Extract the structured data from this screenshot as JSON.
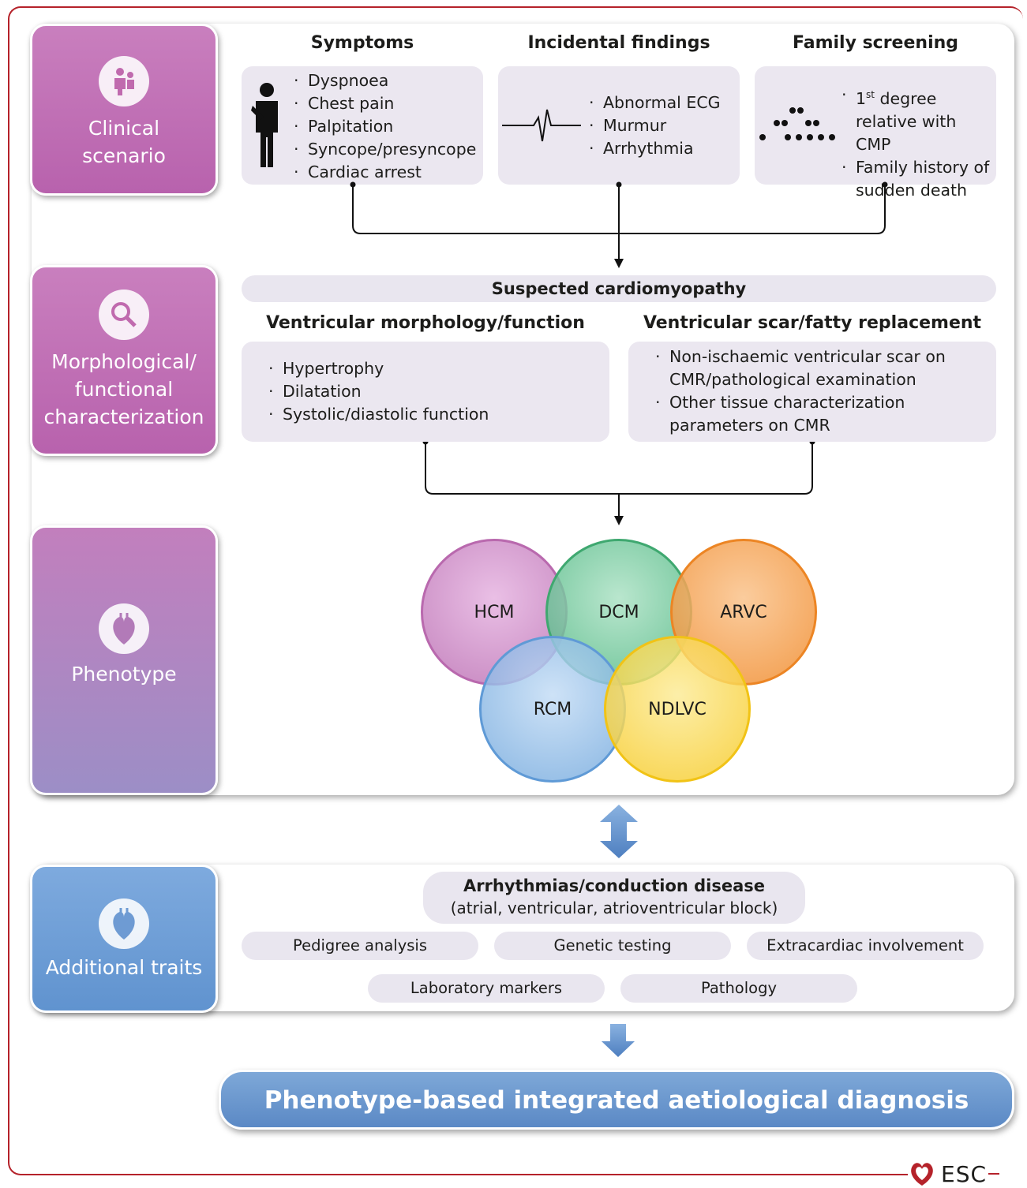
{
  "rows": {
    "clinical": "Clinical scenario",
    "morph": "Morphological/ functional characterization",
    "phenotype": "Phenotype",
    "additional": "Additional traits"
  },
  "clinical": {
    "symptoms": {
      "title": "Symptoms",
      "items": [
        "Dyspnoea",
        "Chest pain",
        "Palpitation",
        "Syncope/presyncope",
        "Cardiac arrest"
      ]
    },
    "incidental": {
      "title": "Incidental findings",
      "items": [
        "Abnormal ECG",
        "Murmur",
        "Arrhythmia"
      ]
    },
    "family": {
      "title": "Family screening",
      "item1_pre": "1",
      "item1_sup": "st",
      "item1_post": " degree relative with CMP",
      "item2": "Family history of sudden death"
    }
  },
  "morph": {
    "suspected": "Suspected cardiomyopathy",
    "left": {
      "title": "Ventricular morphology/function",
      "items": [
        "Hypertrophy",
        "Dilatation",
        "Systolic/diastolic function"
      ]
    },
    "right": {
      "title": "Ventricular scar/fatty replacement",
      "items": [
        "Non-ischaemic ventricular scar on CMR/pathological examination",
        "Other tissue characterization parameters on CMR"
      ]
    }
  },
  "phenotypes": [
    "HCM",
    "DCM",
    "ARVC",
    "RCM",
    "NDLVC"
  ],
  "phenotype_colors": {
    "HCM": "#c27bbb",
    "DCM": "#43b27a",
    "ARVC": "#f08a2a",
    "RCM": "#6fa6dc",
    "NDLVC": "#f6c81e"
  },
  "additional": {
    "arrhythmia_title": "Arrhythmias/conduction disease",
    "arrhythmia_sub": "(atrial, ventricular, atrioventricular block)",
    "pills": [
      "Pedigree analysis",
      "Genetic testing",
      "Extracardiac involvement",
      "Laboratory markers",
      "Pathology"
    ]
  },
  "final": "Phenotype-based integrated aetiological diagnosis",
  "logo": "ESC",
  "icons": [
    "doctor-patient-icon",
    "person-chest-pain-icon",
    "ecg-trace-icon",
    "pedigree-icon",
    "magnifier-icon",
    "heart-anatomy-icon",
    "heart-logo-icon"
  ]
}
